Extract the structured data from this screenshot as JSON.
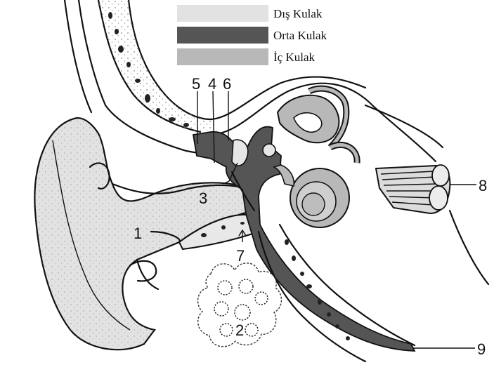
{
  "legend": {
    "outer": {
      "label": "Dış Kulak",
      "color": "#e2e2e2"
    },
    "middle": {
      "label": "Orta Kulak",
      "color": "#555555"
    },
    "inner": {
      "label": "İç Kulak",
      "color": "#b8b8b8"
    }
  },
  "labels": {
    "n1": "1",
    "n2": "2",
    "n3": "3",
    "n4": "4",
    "n5": "5",
    "n6": "6",
    "n7": "7",
    "n8": "8",
    "n9": "9"
  }
}
